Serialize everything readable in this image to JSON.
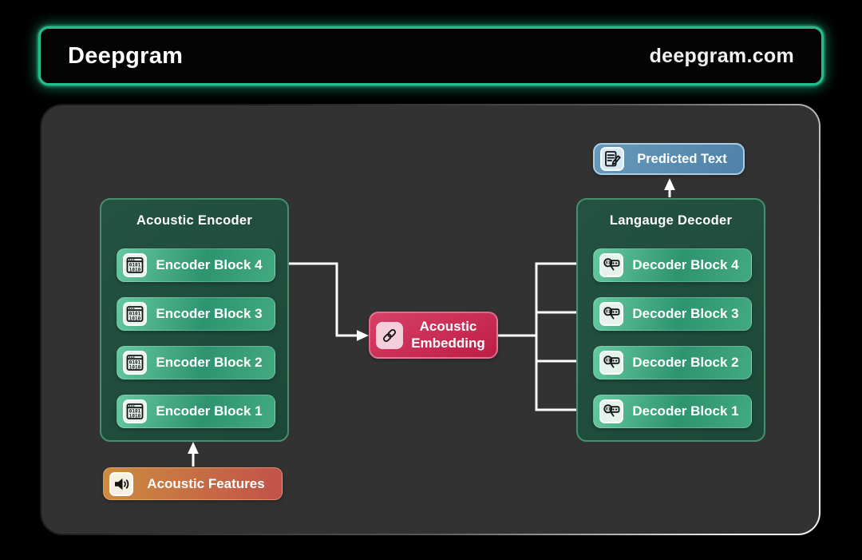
{
  "header": {
    "logo": "Deepgram",
    "site": "deepgram.com"
  },
  "diagram": {
    "encoder": {
      "title": "Acoustic Encoder",
      "blocks": [
        "Encoder Block 4",
        "Encoder Block 3",
        "Encoder Block 2",
        "Encoder Block 1"
      ]
    },
    "decoder": {
      "title": "Langauge Decoder",
      "blocks": [
        "Decoder Block 4",
        "Decoder Block 3",
        "Decoder Block 2",
        "Decoder Block 1"
      ]
    },
    "features": {
      "label": "Acoustic Features"
    },
    "embedding": {
      "label": "Acoustic\nEmbedding"
    },
    "predicted": {
      "label": "Predicted Text"
    }
  },
  "icons": {
    "encoder_block": "binary-window-icon",
    "decoder_block": "magnifier-binary-icon",
    "features": "speaker-icon",
    "embedding": "chain-link-icon",
    "predicted": "document-edit-icon"
  },
  "colors": {
    "accent_green": "#25bd8e",
    "panel_green": "#1d4839",
    "block_green": "#2e9470",
    "features_orange": "#cc8c3e",
    "features_red": "#c2514a",
    "embedding_red": "#c92550",
    "predicted_blue": "#5b8fb3",
    "canvas_gray": "#323232",
    "background": "#000000"
  }
}
